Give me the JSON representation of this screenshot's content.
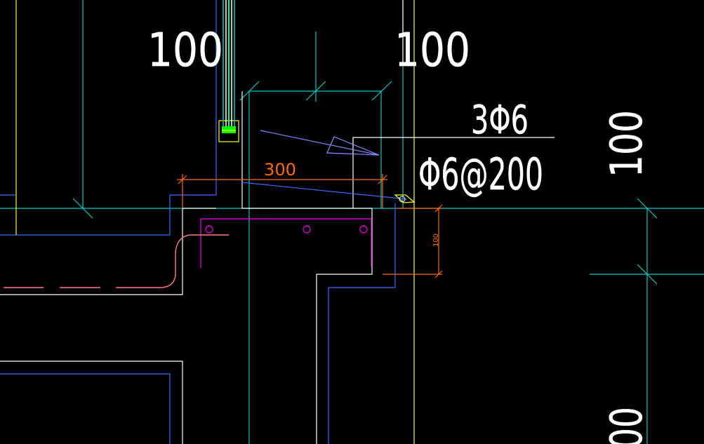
{
  "drawing": {
    "background": "#000000",
    "colors": {
      "white": "#ffffff",
      "yellow": "#ffff00",
      "cyan": "#00c8c8",
      "blue": "#3a6bff",
      "orange": "#ff6a00",
      "magenta": "#d100d1",
      "green": "#00ff00",
      "pink": "#ff7b7b",
      "lavender": "#7f8cff"
    },
    "labels": {
      "dim_top_left": "100",
      "dim_top_right": "100",
      "dim_right_vertical": "100",
      "dim_right_bottom": "00",
      "dim_slab_width": "300",
      "dim_small_vertical": "100",
      "rebar_top": "3Φ6",
      "rebar_stirrup": "Φ6@200"
    }
  }
}
